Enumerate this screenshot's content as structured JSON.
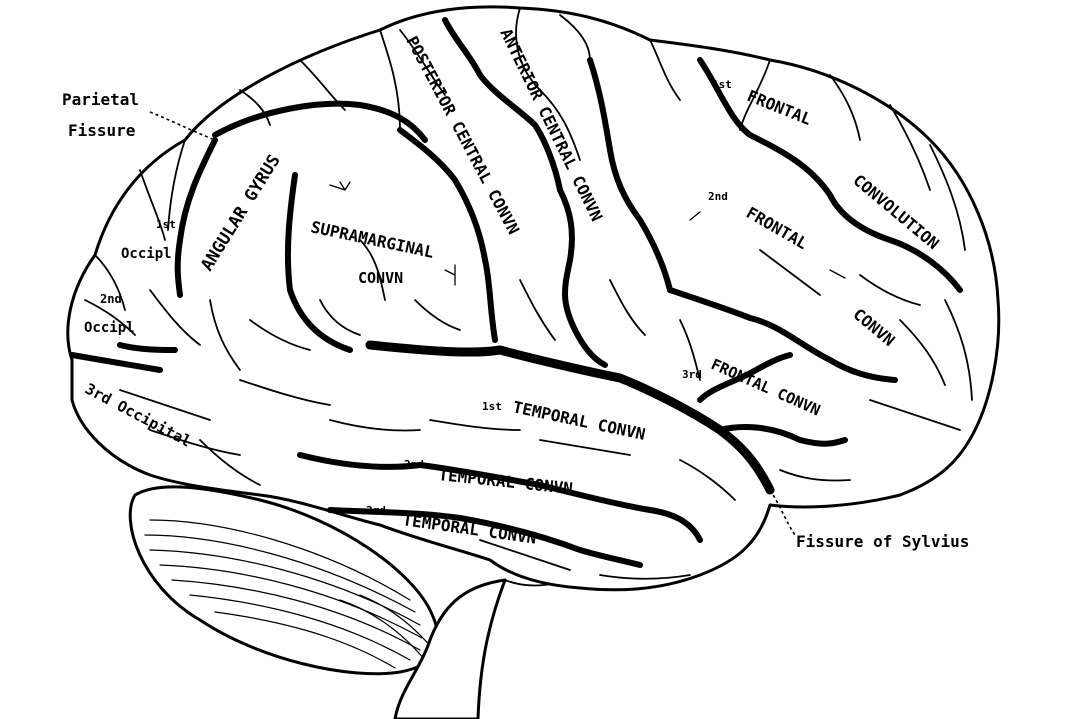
{
  "labels": {
    "parietal_fissure_1": "Parietal",
    "parietal_fissure_2": "Fissure",
    "angular_gyrus": "ANGULAR GYRUS",
    "first_occipital_num": "1st",
    "first_occipital": "Occipl",
    "second_occipital_num": "2nd",
    "second_occipital": "Occipl",
    "third_occipital": "3rd Occipital",
    "supramarginal": "SUPRAMARGINAL",
    "supramarginal_conv": "CONVN",
    "posterior_central": "POSTERIOR CENTRAL CONVN",
    "anterior_central": "ANTERIOR CENTRAL CONVN",
    "first_frontal_num": "1st",
    "first_frontal": "FRONTAL",
    "convolution": "CONVOLUTION",
    "second_frontal_num": "2nd",
    "second_frontal": "FRONTAL",
    "second_frontal_conv": "CONVN",
    "third_frontal_num": "3rd",
    "third_frontal": "FRONTAL CONVN",
    "first_temporal_num": "1st",
    "first_temporal": "TEMPORAL CONVN",
    "second_temporal_num": "2nd",
    "second_temporal": "TEMPORAL CONVN",
    "third_temporal_num": "3rd",
    "third_temporal": "TEMPORAL CONVN",
    "fissure_of_sylvius": "Fissure of Sylvius"
  }
}
